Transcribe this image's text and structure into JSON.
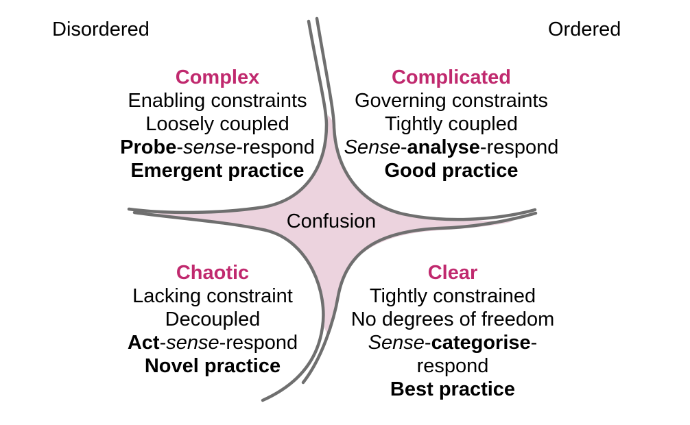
{
  "colors": {
    "heading": "#c0296e",
    "center_fill": "#ecd3de",
    "curve_stroke": "#6f6f6f",
    "text": "#000000",
    "background": "#ffffff"
  },
  "corner_labels": {
    "left": "Disordered",
    "right": "Ordered"
  },
  "center_label": "Confusion",
  "quadrants": [
    {
      "id": "complex",
      "title": "Complex",
      "lines": [
        [
          {
            "t": "Enabling constraints"
          }
        ],
        [
          {
            "t": "Loosely coupled"
          }
        ],
        [
          {
            "t": "Probe",
            "b": true
          },
          {
            "t": "-"
          },
          {
            "t": "sense",
            "i": true
          },
          {
            "t": "-respond"
          }
        ],
        [
          {
            "t": "Emergent practice",
            "b": true
          }
        ]
      ]
    },
    {
      "id": "complicated",
      "title": "Complicated",
      "lines": [
        [
          {
            "t": "Governing constraints"
          }
        ],
        [
          {
            "t": "Tightly coupled"
          }
        ],
        [
          {
            "t": "Sense",
            "i": true
          },
          {
            "t": "-"
          },
          {
            "t": "analyse",
            "b": true
          },
          {
            "t": "-respond"
          }
        ],
        [
          {
            "t": "Good practice",
            "b": true
          }
        ]
      ]
    },
    {
      "id": "chaotic",
      "title": "Chaotic",
      "lines": [
        [
          {
            "t": "Lacking constraint"
          }
        ],
        [
          {
            "t": "Decoupled"
          }
        ],
        [
          {
            "t": "Act",
            "b": true
          },
          {
            "t": "-"
          },
          {
            "t": "sense",
            "i": true
          },
          {
            "t": "-respond"
          }
        ],
        [
          {
            "t": "Novel practice",
            "b": true
          }
        ]
      ]
    },
    {
      "id": "clear",
      "title": "Clear",
      "lines": [
        [
          {
            "t": "Tightly constrained"
          }
        ],
        [
          {
            "t": "No degrees of freedom"
          }
        ],
        [
          {
            "t": "Sense",
            "i": true
          },
          {
            "t": "-"
          },
          {
            "t": "categorise",
            "b": true
          },
          {
            "t": "-respond"
          }
        ],
        [
          {
            "t": "Best practice",
            "b": true
          }
        ]
      ]
    }
  ]
}
